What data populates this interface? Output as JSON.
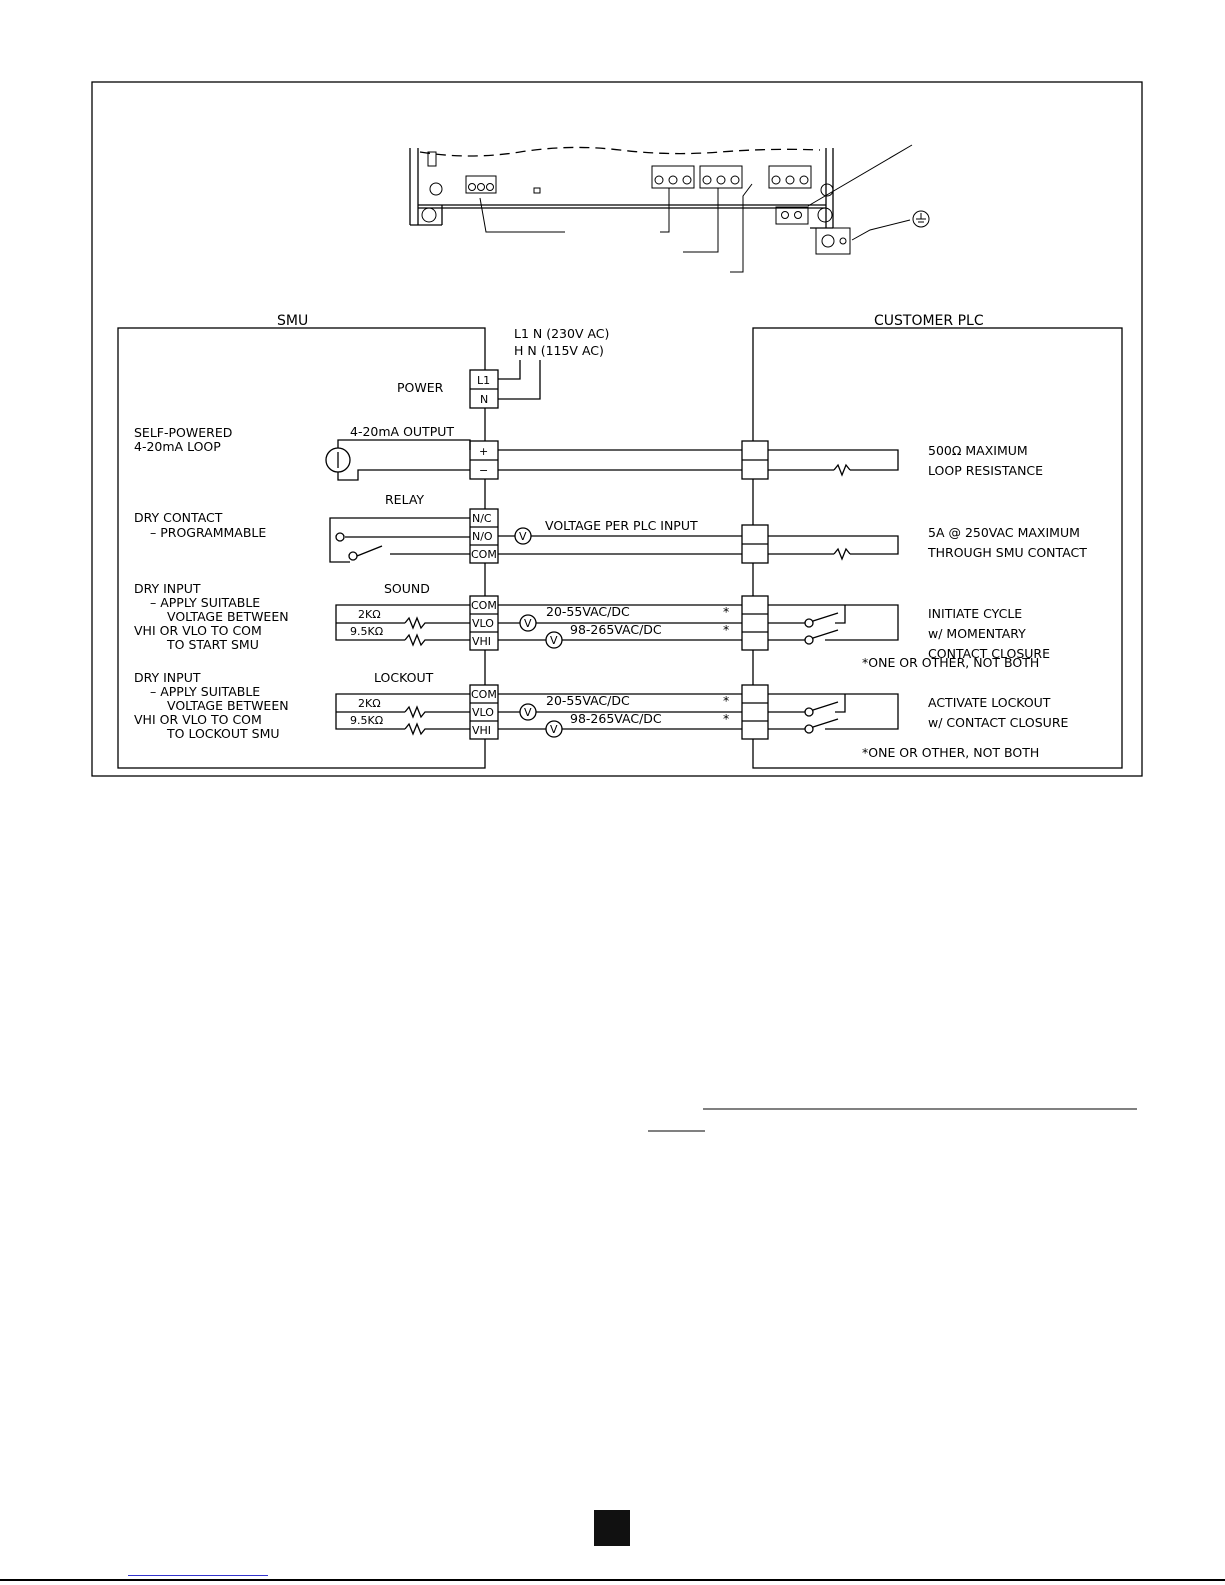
{
  "smu": {
    "title": "SMU",
    "power_label": "POWER",
    "terminals_power": [
      "L1",
      "N"
    ],
    "supply_line1": "L1 N (230V AC)",
    "supply_line2": "H  N (115V AC)",
    "loop_label_1": "SELF-POWERED",
    "loop_label_2": "4-20mA LOOP",
    "output_label": "4-20mA OUTPUT",
    "terminals_output": [
      "+",
      "−"
    ],
    "relay_label": "RELAY",
    "dry_contact_1": "DRY CONTACT",
    "dry_contact_2": "–  PROGRAMMABLE",
    "terminals_relay": [
      "N/C",
      "N/O",
      "COM"
    ],
    "voltage_per_plc": "VOLTAGE PER PLC INPUT",
    "sound_label": "SOUND",
    "lockout_label": "LOCKOUT",
    "terminals_input": [
      "COM",
      "VLO",
      "VHI"
    ],
    "r_low": "2KΩ",
    "r_high": "9.5KΩ",
    "v_low": "20-55VAC/DC",
    "v_high": "98-265VAC/DC",
    "asterisk": "*",
    "meter": "V",
    "dry_input_sound": [
      "DRY INPUT",
      "–  APPLY SUITABLE",
      "VOLTAGE BETWEEN",
      "VHI OR VLO TO COM",
      "TO START SMU"
    ],
    "dry_input_lockout": [
      "DRY INPUT",
      "–  APPLY SUITABLE",
      "VOLTAGE BETWEEN",
      "VHI OR VLO TO COM",
      "TO LOCKOUT SMU"
    ]
  },
  "plc": {
    "title": "CUSTOMER PLC",
    "loop_res_1": "500Ω  MAXIMUM",
    "loop_res_2": "LOOP RESISTANCE",
    "contact_1": "5A @ 250VAC MAXIMUM",
    "contact_2": "THROUGH SMU CONTACT",
    "initiate_1": "INITIATE CYCLE",
    "initiate_2": "w/ MOMENTARY",
    "initiate_3": "CONTACT CLOSURE",
    "one_or_other": "*ONE OR OTHER, NOT BOTH",
    "lockout_1": "ACTIVATE LOCKOUT",
    "lockout_2": "w/ CONTACT CLOSURE"
  }
}
